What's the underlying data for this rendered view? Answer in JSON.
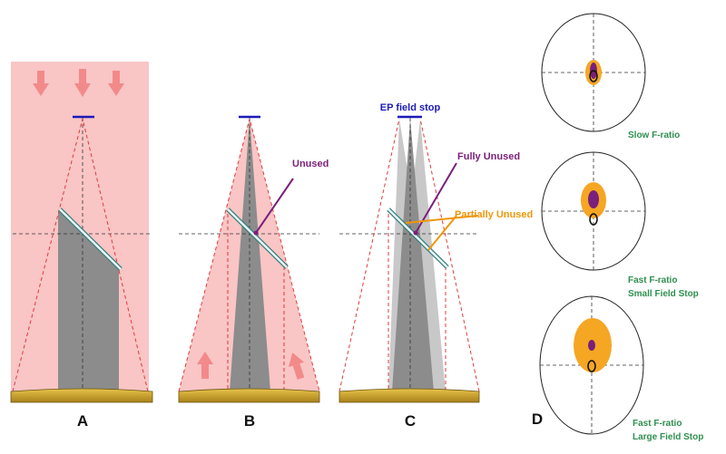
{
  "panels": {
    "a": {
      "label": "A"
    },
    "b": {
      "label": "B",
      "annotation": "Unused"
    },
    "c": {
      "label": "C",
      "field_stop_label": "EP field stop",
      "fully_unused_label": "Fully Unused",
      "partially_unused_label": "Partially Unused"
    },
    "d": {
      "label": "D",
      "diagrams": [
        {
          "caption_line1": "Slow F-ratio",
          "caption_line2": ""
        },
        {
          "caption_line1": "Fast F-ratio",
          "caption_line2": "Small Field Stop"
        },
        {
          "caption_line1": "Fast F-ratio",
          "caption_line2": "Large Field Stop"
        }
      ]
    }
  },
  "colors": {
    "light_beam": "#f9c5c5",
    "arrow": "#f28a8a",
    "dashed_ray": "#e03b3b",
    "grey_cone": "#8c8c8c",
    "light_grey_cone": "#c8c8c8",
    "primary_mirror": "#c9a227",
    "field_stop": "#1b1bb8",
    "unused": "#7a1f7a",
    "partially_unused": "#f0960a",
    "caption": "#2f8f4f"
  },
  "icons": [
    "down-arrow-icon",
    "up-arrow-icon"
  ]
}
